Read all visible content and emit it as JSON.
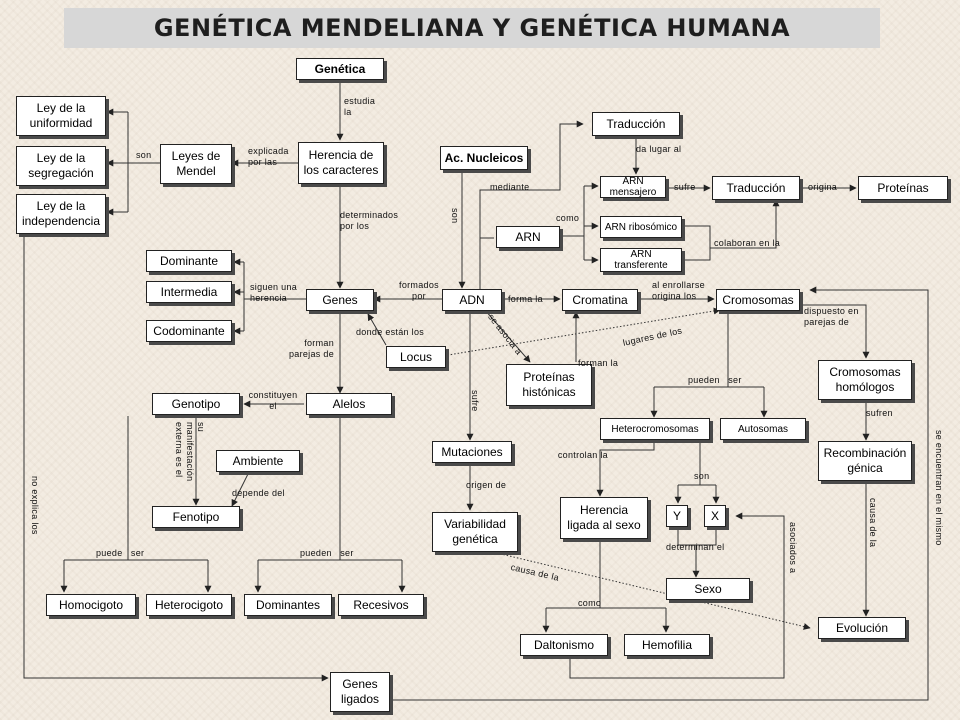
{
  "title": "GENÉTICA MENDELIANA Y GENÉTICA HUMANA",
  "nodes": {
    "genetica": "Genética",
    "ley_uniformidad": "Ley de la uniformidad",
    "ley_segregacion": "Ley de la segregación",
    "ley_independencia": "Ley de la independencia",
    "leyes_mendel": "Leyes de Mendel",
    "herencia_caracteres": "Herencia de los caracteres",
    "ac_nucleicos": "Ac. Nucleicos",
    "traduccion_top": "Traducción",
    "arn_mensajero": "ARN mensajero",
    "traduccion_mid": "Traducción",
    "proteinas": "Proteínas",
    "arn_ribosomico": "ARN ribosómico",
    "arn": "ARN",
    "arn_transferente": "ARN transferente",
    "dominante": "Dominante",
    "intermedia": "Intermedia",
    "codominante": "Codominante",
    "genes": "Genes",
    "adn": "ADN",
    "cromatina": "Cromatina",
    "cromosomas": "Cromosomas",
    "locus": "Locus",
    "proteinas_histonicas": "Proteínas histónicas",
    "cromosomas_homologos": "Cromosomas homólogos",
    "genotipo": "Genotipo",
    "alelos": "Alelos",
    "heterocromosomas": "Heterocromosomas",
    "autosomas": "Autosomas",
    "ambiente": "Ambiente",
    "mutaciones": "Mutaciones",
    "recombinacion_genica": "Recombinación génica",
    "fenotipo": "Fenotipo",
    "herencia_ligada_sexo": "Herencia ligada al sexo",
    "y": "Y",
    "x": "X",
    "variabilidad_genetica": "Variabilidad genética",
    "sexo": "Sexo",
    "homocigoto": "Homocigoto",
    "heterocigoto": "Heterocigoto",
    "dominantes": "Dominantes",
    "recesivos": "Recesivos",
    "evolucion": "Evolución",
    "daltonismo": "Daltonismo",
    "hemofilia": "Hemofilia",
    "genes_ligados": "Genes ligados"
  },
  "labels": {
    "estudia_la": "estudia la",
    "son": "son",
    "explicada_por_las": "explicada por las",
    "da_lugar_al": "da lugar al",
    "mediante": "mediante",
    "sufre": "sufre",
    "origina": "origina",
    "como": "como",
    "son_v": "son",
    "colaboran_en_la": "colaboran en la",
    "determinados_por_los": "determinados por los",
    "siguen_una_herencia": "siguen una herencia",
    "formados_por": "formados por",
    "forma_la": "forma la",
    "al_enrollarse_origina_los": "al enrollarse origina los",
    "dispuesto_en_parejas_de": "dispuesto en parejas de",
    "donde_estan_los": "donde están los",
    "se_asocia_a": "se asocia a",
    "lugares_de_los": "lugares de los",
    "forman_parejas_de": "forman parejas de",
    "forman_la": "forman la",
    "constituyen_el": "constituyen el",
    "pueden_ser_1": "pueden   ser",
    "sufren": "sufren",
    "su_manifestacion_externa_es_el": "su manifestación externa es el",
    "sufre_v": "sufre",
    "controlan_la": "controlan la",
    "depende_del": "depende del",
    "origen_de": "origen de",
    "son_2": "son",
    "causa_de_la_v": "causa de la",
    "no_explica_los": "no explica los",
    "determinan_el": "determinan el",
    "asociados_a": "asociados a",
    "se_encuentran_en_el_mismo": "se encuentran en el mismo",
    "puede_ser": "puede   ser",
    "pueden_ser_2": "pueden   ser",
    "causa_de_la_d": "causa de la",
    "como_2": "como"
  }
}
